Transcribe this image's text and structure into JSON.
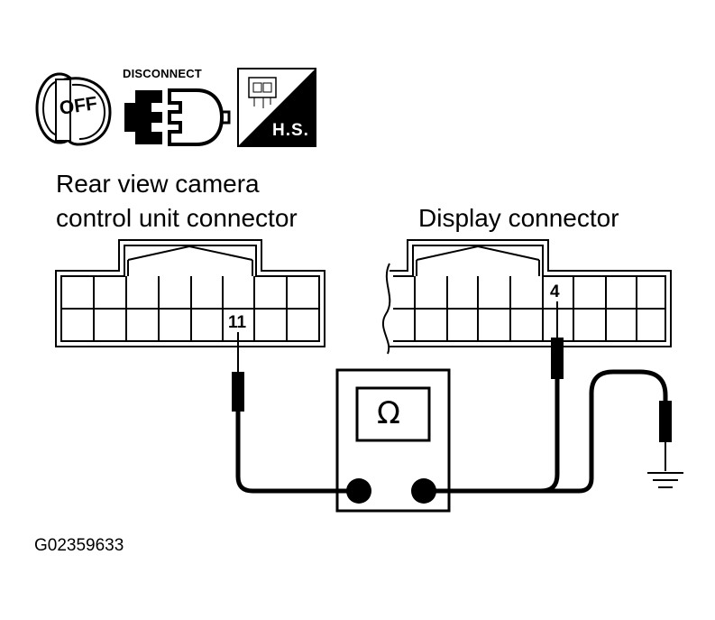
{
  "icons": {
    "ignition": {
      "label": "OFF",
      "icon": "ignition-key-off-icon"
    },
    "disconnect": {
      "label": "DISCONNECT",
      "icon": "connector-disconnect-icon"
    },
    "harness_side": {
      "label": "H.S.",
      "icon": "harness-side-icon"
    }
  },
  "left_connector": {
    "title_line1": "Rear view camera",
    "title_line2": "control unit connector",
    "pin": "11"
  },
  "right_connector": {
    "title": "Display connector",
    "pin": "4"
  },
  "meter": {
    "symbol": "Ω"
  },
  "figure_code": "G02359633"
}
